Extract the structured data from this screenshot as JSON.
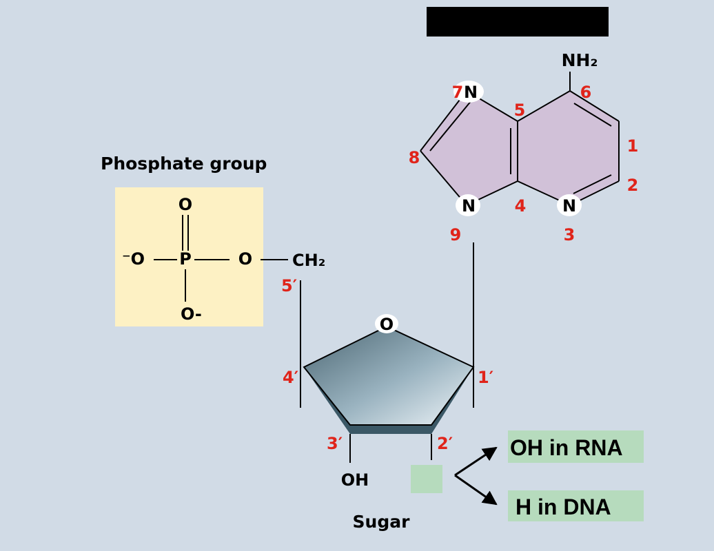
{
  "phosphate": {
    "title": "Phosphate group",
    "top_o": "O",
    "left_o": "⁻O",
    "p": "P",
    "right_o": "O",
    "bottom_o": "O-",
    "ch2": "CH₂",
    "prime5": "5′"
  },
  "sugar": {
    "ring_o": "O",
    "prime4": "4′",
    "prime3": "3′",
    "prime2": "2′",
    "prime1": "1′",
    "oh": "OH",
    "label": "Sugar"
  },
  "base": {
    "nh2": "NH₂",
    "n7": "N",
    "n9": "N",
    "n3": "N",
    "num7": "7",
    "num8": "8",
    "num5": "5",
    "num6": "6",
    "num1": "1",
    "num2": "2",
    "num4": "4",
    "num3": "3",
    "num9": "9"
  },
  "callouts": {
    "rna": "OH in RNA",
    "dna": "H in DNA"
  },
  "colors": {
    "background": "#d1dbe6",
    "phosphate_box": "#fdf1c4",
    "base_fill": "#d1c1d8",
    "sugar_fill": "#6b8b98",
    "callout_fill": "#b6dbbd",
    "number_red": "#e0241a",
    "redaction": "#000000"
  }
}
